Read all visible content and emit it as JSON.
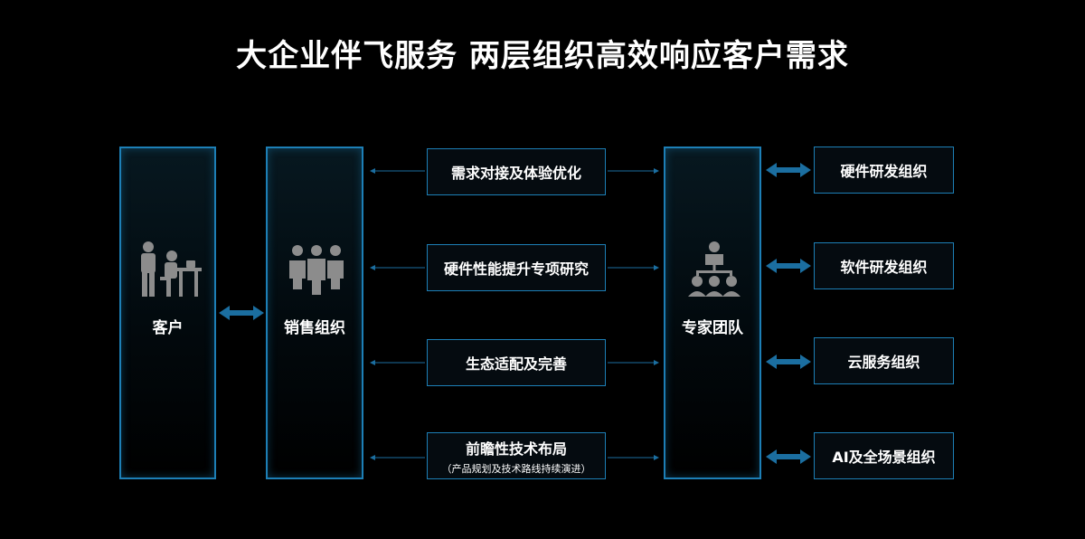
{
  "title": "大企业伴飞服务 两层组织高效响应客户需求",
  "customer": {
    "label": "客户"
  },
  "sales": {
    "label": "销售组织"
  },
  "experts": {
    "label": "专家团队"
  },
  "middle_items": [
    {
      "label": "需求对接及体验优化",
      "sub": ""
    },
    {
      "label": "硬件性能提升专项研究",
      "sub": ""
    },
    {
      "label": "生态适配及完善",
      "sub": ""
    },
    {
      "label": "前瞻性技术布局",
      "sub": "（产品规划及技术路线持续演进）"
    }
  ],
  "right_items": [
    {
      "label": "硬件研发组织"
    },
    {
      "label": "软件研发组织"
    },
    {
      "label": "云服务组织"
    },
    {
      "label": "AI及全场景组织"
    }
  ],
  "colors": {
    "accent": "#1d7fb6",
    "arrow": "#1b6ea0",
    "icon": "#8c8c8c",
    "background": "#000000"
  }
}
